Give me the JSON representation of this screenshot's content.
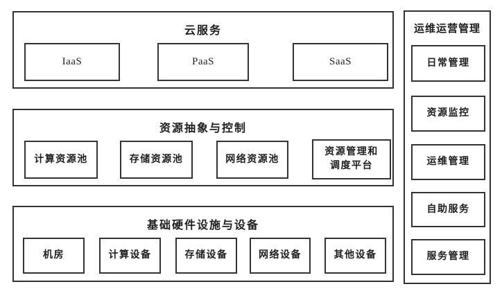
{
  "sections": {
    "cloud": {
      "title": "云服务",
      "items": [
        "IaaS",
        "PaaS",
        "SaaS"
      ]
    },
    "resource": {
      "title": "资源抽象与控制",
      "items": [
        "计算资源池",
        "存储资源池",
        "网络资源池",
        "资源管理和调度平台"
      ]
    },
    "hardware": {
      "title": "基础硬件设施与设备",
      "items": [
        "机房",
        "计算设备",
        "存储设备",
        "网络设备",
        "其他设备"
      ]
    },
    "ops": {
      "title": "运维运营管理",
      "items": [
        "日常管理",
        "资源监控",
        "运维管理",
        "自助服务",
        "服务管理"
      ]
    }
  },
  "colors": {
    "border": "#333333",
    "background": "#ffffff",
    "text": "#1e1e1e"
  }
}
